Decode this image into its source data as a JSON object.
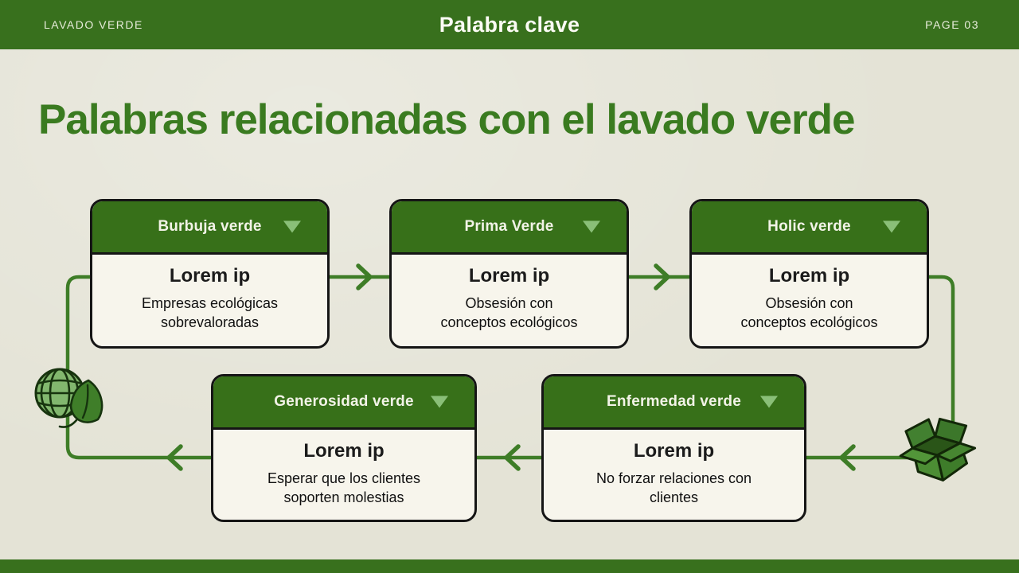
{
  "slide": {
    "top_bar": {
      "brand": "LAVADO VERDE",
      "title": "Palabra clave",
      "page": "PAGE 03"
    },
    "heading": "Palabras relacionadas con el lavado verde",
    "cards": [
      {
        "title": "Burbuja verde",
        "lorem": "Lorem ip",
        "description": "Empresas ecológicas\nsobrevaloradas"
      },
      {
        "title": "Prima Verde",
        "lorem": "Lorem ip",
        "description": "Obsesión con\nconceptos ecológicos"
      },
      {
        "title": "Holic verde",
        "lorem": "Lorem ip",
        "description": "Obsesión con\nconceptos ecológicos"
      },
      {
        "title": "Generosidad verde",
        "lorem": "Lorem ip",
        "description": "Esperar que los clientes\nsoporten molestias"
      },
      {
        "title": "Enfermedad verde",
        "lorem": "Lorem ip",
        "description": "No forzar relaciones con\nclientes"
      }
    ],
    "icons": {
      "card_marker": "triangle-down-icon",
      "left_decoration": "globe-leaf-icon",
      "right_decoration": "open-box-icon"
    },
    "colors": {
      "bar_green": "#38701d",
      "header_green": "#377019",
      "heading_green": "#3a7b20",
      "line_green": "#3e7d27",
      "triangle_light_green": "#8abf78",
      "background_beige": "#e4e3d6",
      "card_body": "#f7f5ec",
      "border_black": "#151515"
    }
  }
}
